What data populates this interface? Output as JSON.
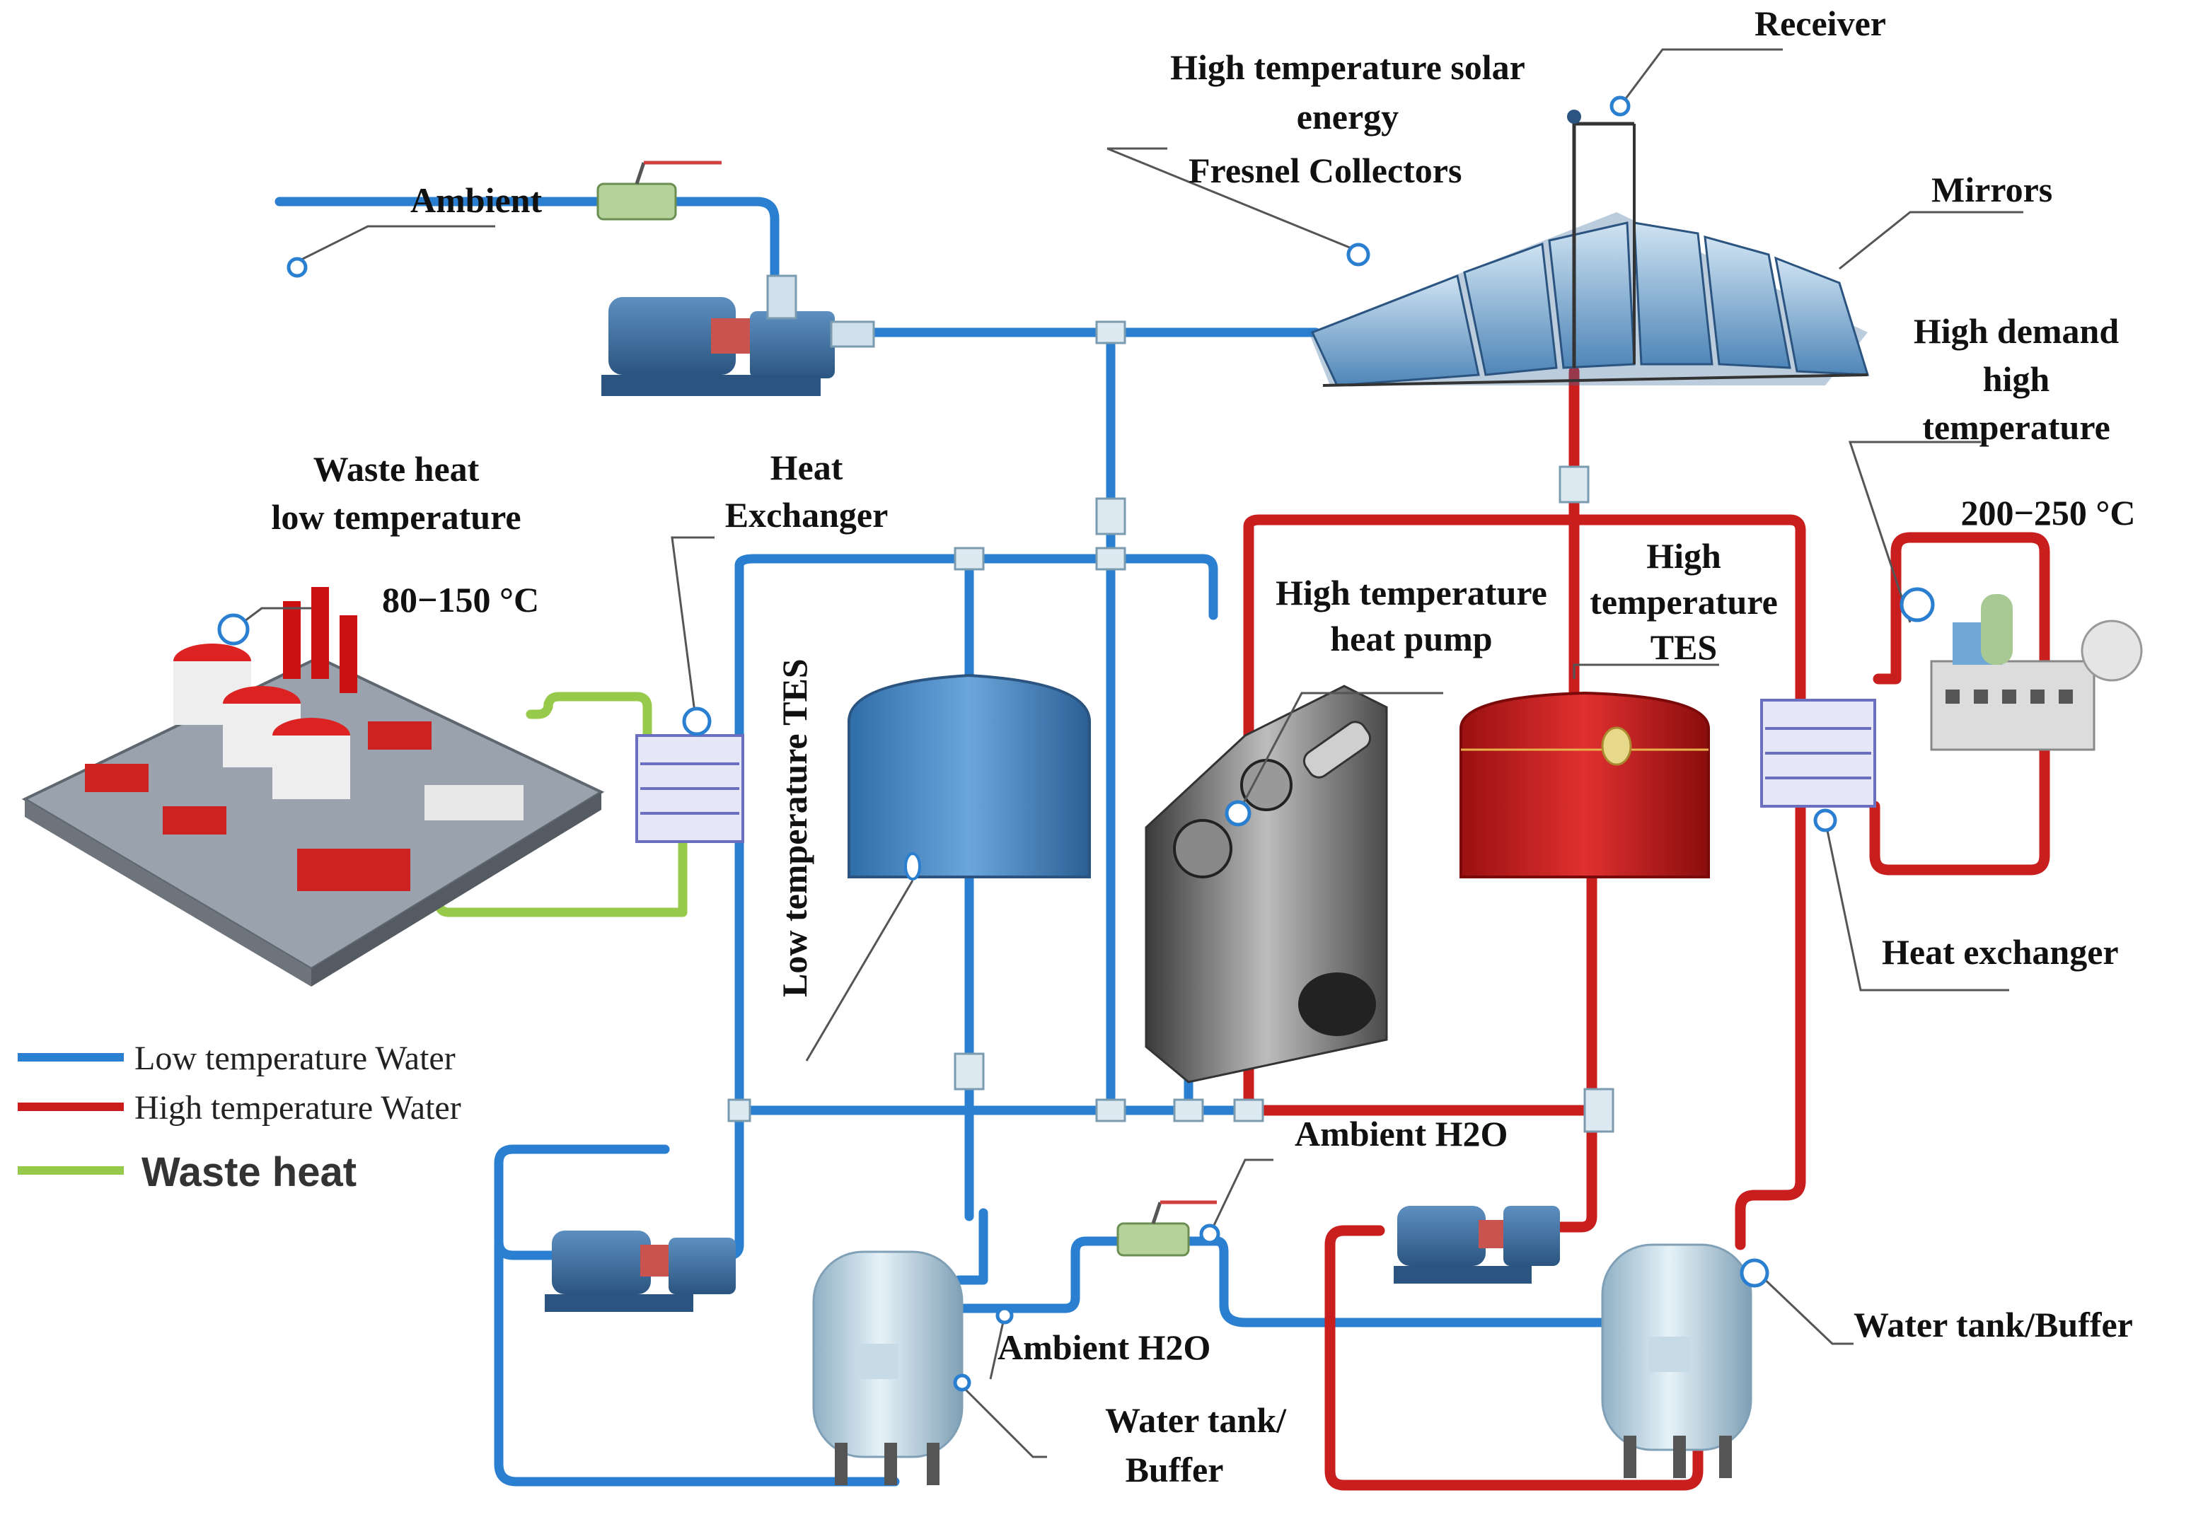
{
  "labels": {
    "receiver": "Receiver",
    "high_temp_solar": [
      "High temperature solar",
      "energy"
    ],
    "fresnel": "Fresnel Collectors",
    "mirrors": "Mirrors",
    "ambient": "Ambient",
    "high_demand": [
      "High demand",
      "high",
      "temperature"
    ],
    "high_demand_range": "200−250 °C",
    "waste_heat": [
      "Waste heat",
      "low temperature"
    ],
    "waste_range": "80−150 °C",
    "heat_exchanger_left": [
      "Heat",
      "Exchanger"
    ],
    "low_temp_tes": "Low temperature TES",
    "ht_heat_pump": [
      "High temperature",
      "heat pump"
    ],
    "ht_tes": [
      "High",
      "temperature",
      "TES"
    ],
    "heat_exchanger_right": "Heat exchanger",
    "ambient_h2o_top": "Ambient H2O",
    "ambient_h2o_bottom": "Ambient  H2O",
    "water_tank_left": [
      "Water tank/",
      "Buffer"
    ],
    "water_tank_right": "Water tank/Buffer"
  },
  "legend": [
    {
      "label": "Low temperature Water",
      "color": "#2a7fd0"
    },
    {
      "label": "High temperature Water",
      "color": "#c81e1e"
    },
    {
      "label": "Waste heat",
      "color": "#97c94a"
    }
  ],
  "colors": {
    "low_temp": "#2a7fd0",
    "high_temp": "#c81e1e",
    "waste_heat": "#97c94a"
  }
}
